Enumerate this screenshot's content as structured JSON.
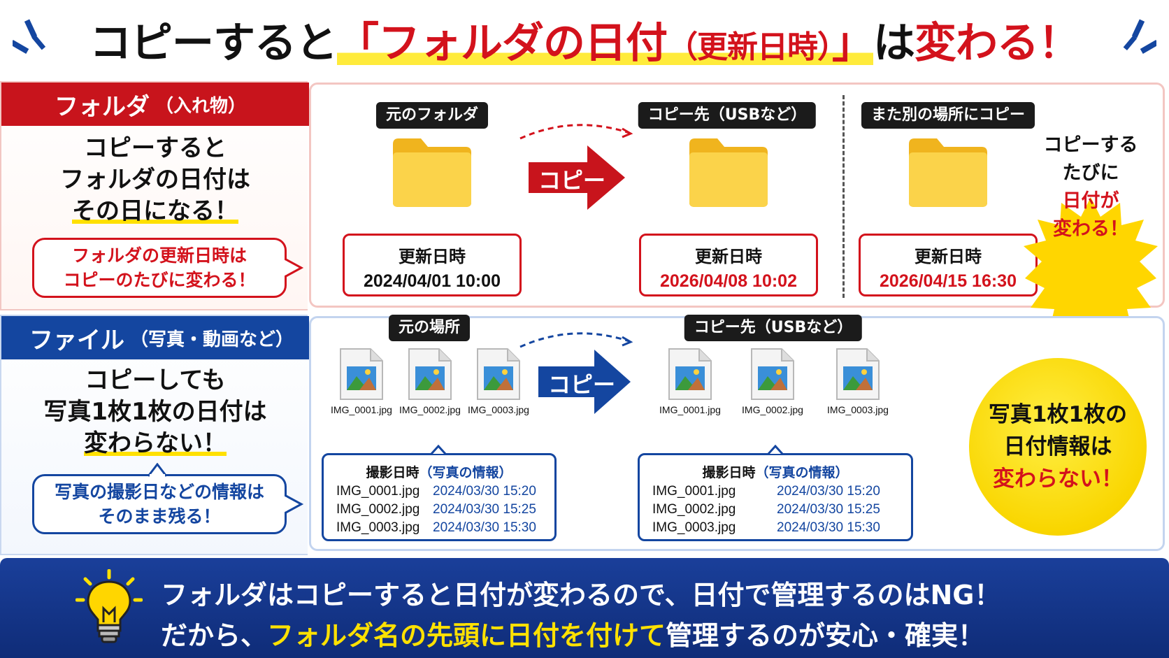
{
  "title": {
    "part1": "コピーすると",
    "part2": "「フォルダの日付",
    "part3": "（更新日時）",
    "part4": "」",
    "part5": "は",
    "part6": "変わる！"
  },
  "folder_section": {
    "tab_label": "フォルダ",
    "tab_sub": "（入れ物）",
    "message_line1": "コピーすると",
    "message_line2": "フォルダの日付は",
    "message_line3": "その日になる！",
    "bubble_line1": "フォルダの更新日時は",
    "bubble_line2": "コピーのたびに変わる！",
    "original_label": "元のフォルダ",
    "copy_dest_label": "コピー先（USBなど）",
    "another_label": "また別の場所にコピー",
    "arrow_label": "コピー",
    "date_label": "更新日時",
    "original_date": "2024/04/01 10:00",
    "copy_date": "2026/04/08 10:02",
    "another_date": "2026/04/15 16:30",
    "burst_line1": "コピーする",
    "burst_line2": "たびに",
    "burst_line3": "日付が",
    "burst_line4": "変わる！"
  },
  "file_section": {
    "tab_label": "ファイル",
    "tab_sub": "（写真・動画など）",
    "message_line1": "コピーしても",
    "message_line2": "写真1枚1枚の日付は",
    "message_line3": "変わらない！",
    "bubble_line1": "写真の撮影日などの情報は",
    "bubble_line2": "そのまま残る！",
    "original_label": "元の場所",
    "copy_dest_label": "コピー先（USBなど）",
    "arrow_label": "コピー",
    "info_header": "撮影日時",
    "info_header_sub": "（写真の情報）",
    "files": [
      {
        "name": "IMG_0001.jpg",
        "date": "2024/03/30 15:20"
      },
      {
        "name": "IMG_0002.jpg",
        "date": "2024/03/30 15:25"
      },
      {
        "name": "IMG_0003.jpg",
        "date": "2024/03/30 15:30"
      }
    ],
    "circle_line1": "写真1枚1枚の",
    "circle_line2": "日付情報は",
    "circle_line3": "変わらない！"
  },
  "banner": {
    "line1": "フォルダはコピーすると日付が変わるので、日付で管理するのはNG！",
    "line2_a": "だから、",
    "line2_b": "フォルダ名の先頭に日付を付けて",
    "line2_c": "管理するのが安心・確実！"
  },
  "colors": {
    "red": "#d3121c",
    "blue": "#1446a0",
    "yellow": "#ffe100",
    "folder_yellow": "#f7c531"
  },
  "icons": [
    "folder-icon",
    "image-file-icon",
    "lightbulb-icon",
    "arrow-right-icon",
    "burst-icon"
  ]
}
